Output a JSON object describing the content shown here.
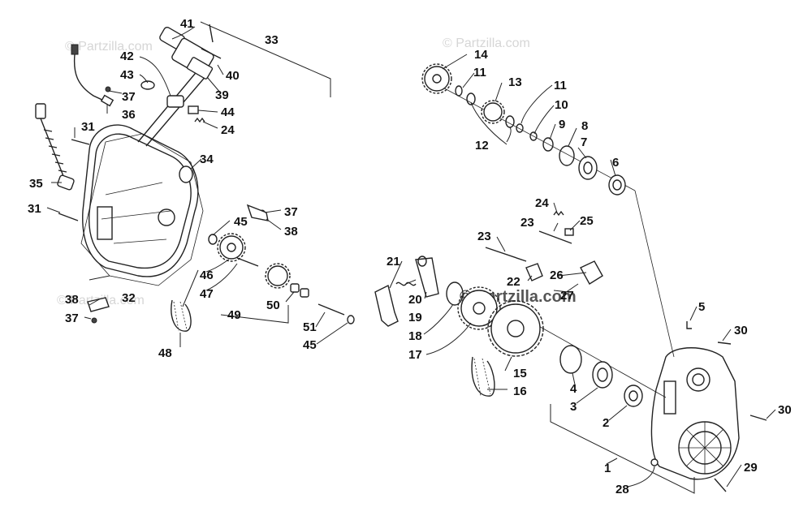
{
  "watermarks": [
    {
      "text": "© Partzilla.com"
    },
    {
      "text": "© Partzilla.com"
    },
    {
      "text": "© Partzilla.com"
    },
    {
      "text": "© Partzilla.com"
    }
  ],
  "callouts": [
    "1",
    "2",
    "3",
    "4",
    "5",
    "6",
    "7",
    "8",
    "9",
    "10",
    "11",
    "11",
    "12",
    "13",
    "14",
    "15",
    "16",
    "17",
    "18",
    "19",
    "20",
    "21",
    "22",
    "23",
    "23",
    "24",
    "24",
    "25",
    "26",
    "27",
    "28",
    "29",
    "30",
    "30",
    "31",
    "31",
    "32",
    "33",
    "34",
    "35",
    "36",
    "37",
    "37",
    "37",
    "38",
    "38",
    "39",
    "40",
    "41",
    "42",
    "43",
    "44",
    "45",
    "45",
    "46",
    "47",
    "48",
    "49",
    "50",
    "51"
  ]
}
